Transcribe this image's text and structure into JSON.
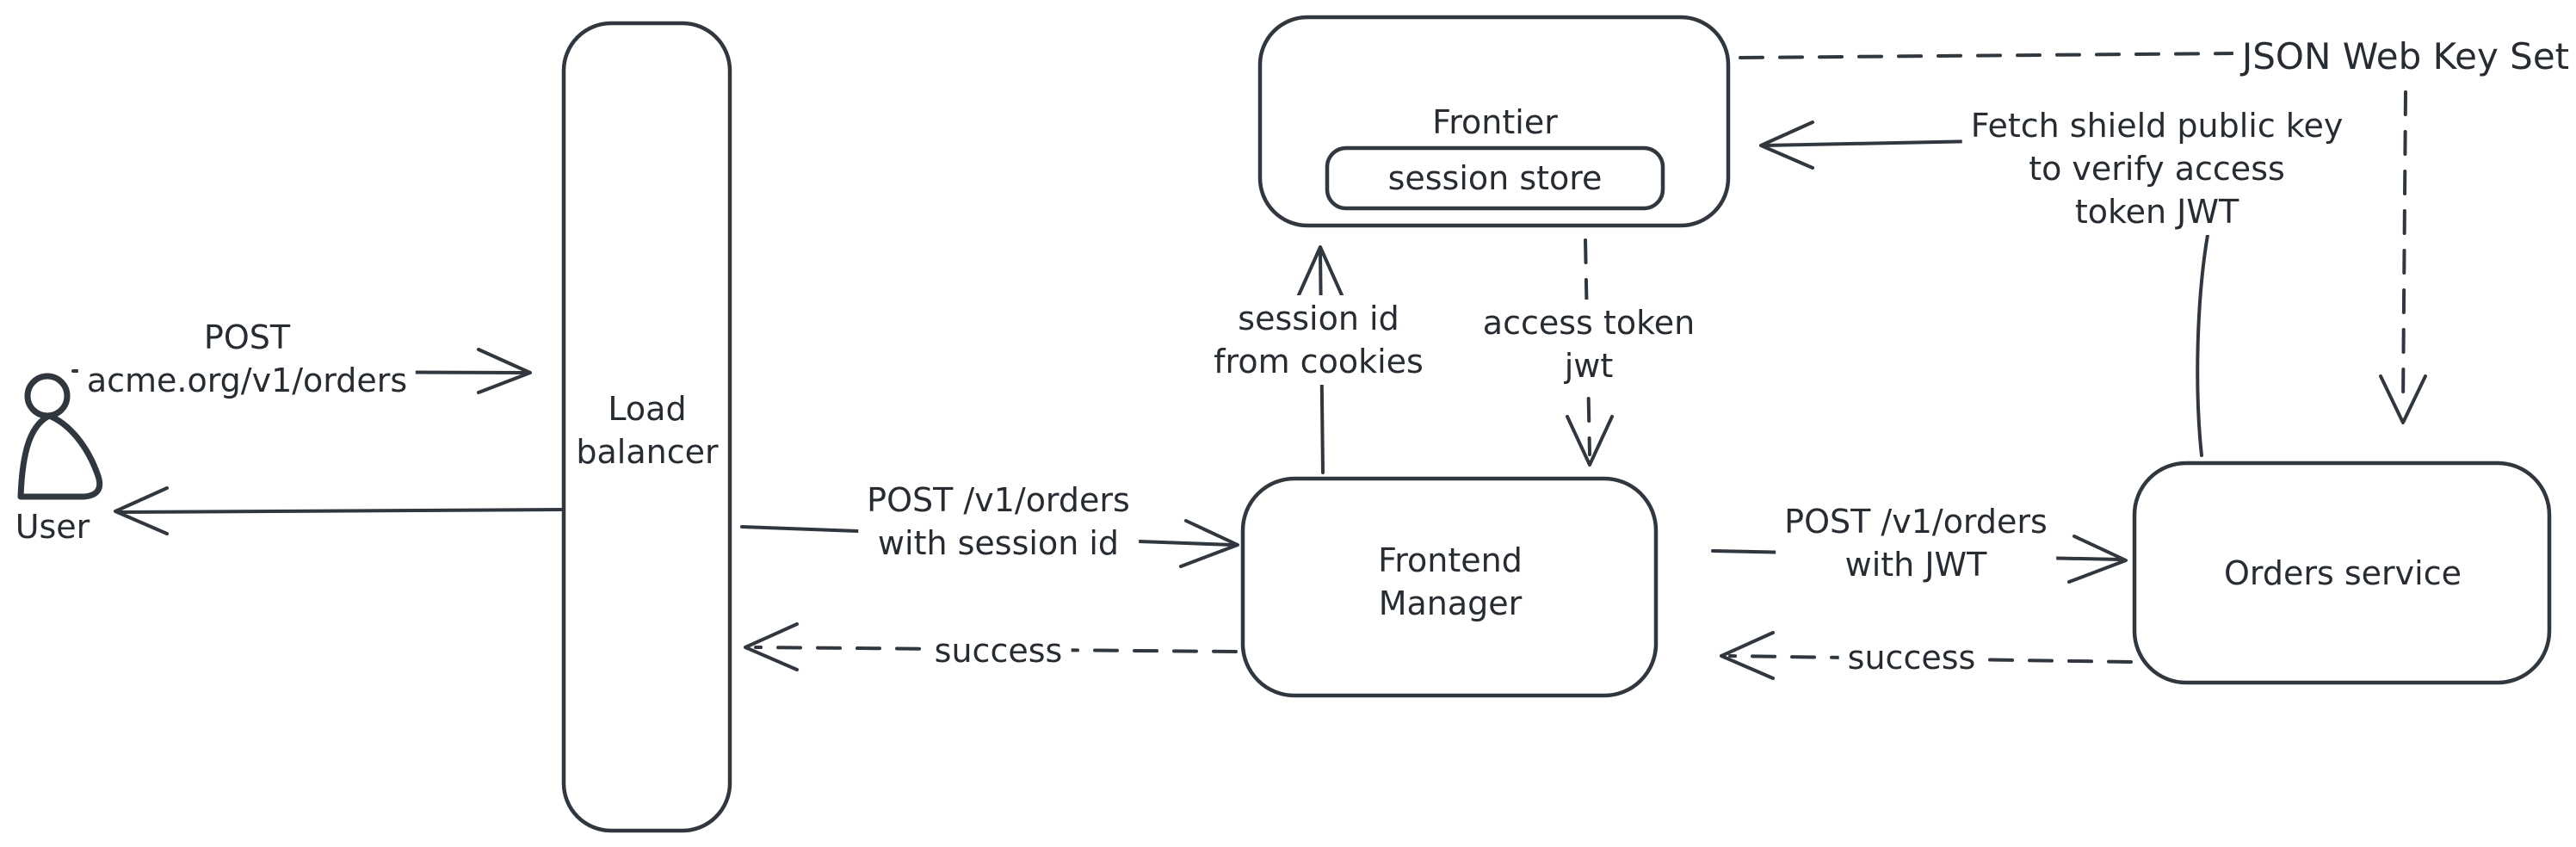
{
  "title": "Session and JWT authentication flow diagram",
  "colors": {
    "ink": "#31373f",
    "text": "#272c33",
    "hatch": "#ccd6dd",
    "background": "#ffffff"
  },
  "nodes": {
    "user": {
      "label": "User"
    },
    "load_balancer": {
      "line1": "Load",
      "line2": "balancer"
    },
    "frontier": {
      "label": "Frontier"
    },
    "session_store": {
      "label": "session store"
    },
    "frontend_manager": {
      "line1": "Frontend",
      "line2": "Manager"
    },
    "orders_service": {
      "label": "Orders service"
    }
  },
  "edges": {
    "user_to_lb": {
      "line1": "POST",
      "line2": "acme.org/v1/orders"
    },
    "lb_to_fm": {
      "line1": "POST /v1/orders",
      "line2": "with session id"
    },
    "fm_to_lb": {
      "label": "success"
    },
    "fm_to_frontier": {
      "line1": "session id",
      "line2": "from cookies"
    },
    "frontier_to_fm": {
      "line1": "access token",
      "line2": "jwt"
    },
    "fm_to_orders": {
      "line1": "POST /v1/orders",
      "line2": "with JWT"
    },
    "orders_to_fm": {
      "label": "success"
    },
    "orders_to_frontier": {
      "line1": "Fetch shield public key",
      "line2": "to verify access",
      "line3": "token JWT"
    },
    "jwks": {
      "label": "JSON Web Key Set"
    }
  }
}
